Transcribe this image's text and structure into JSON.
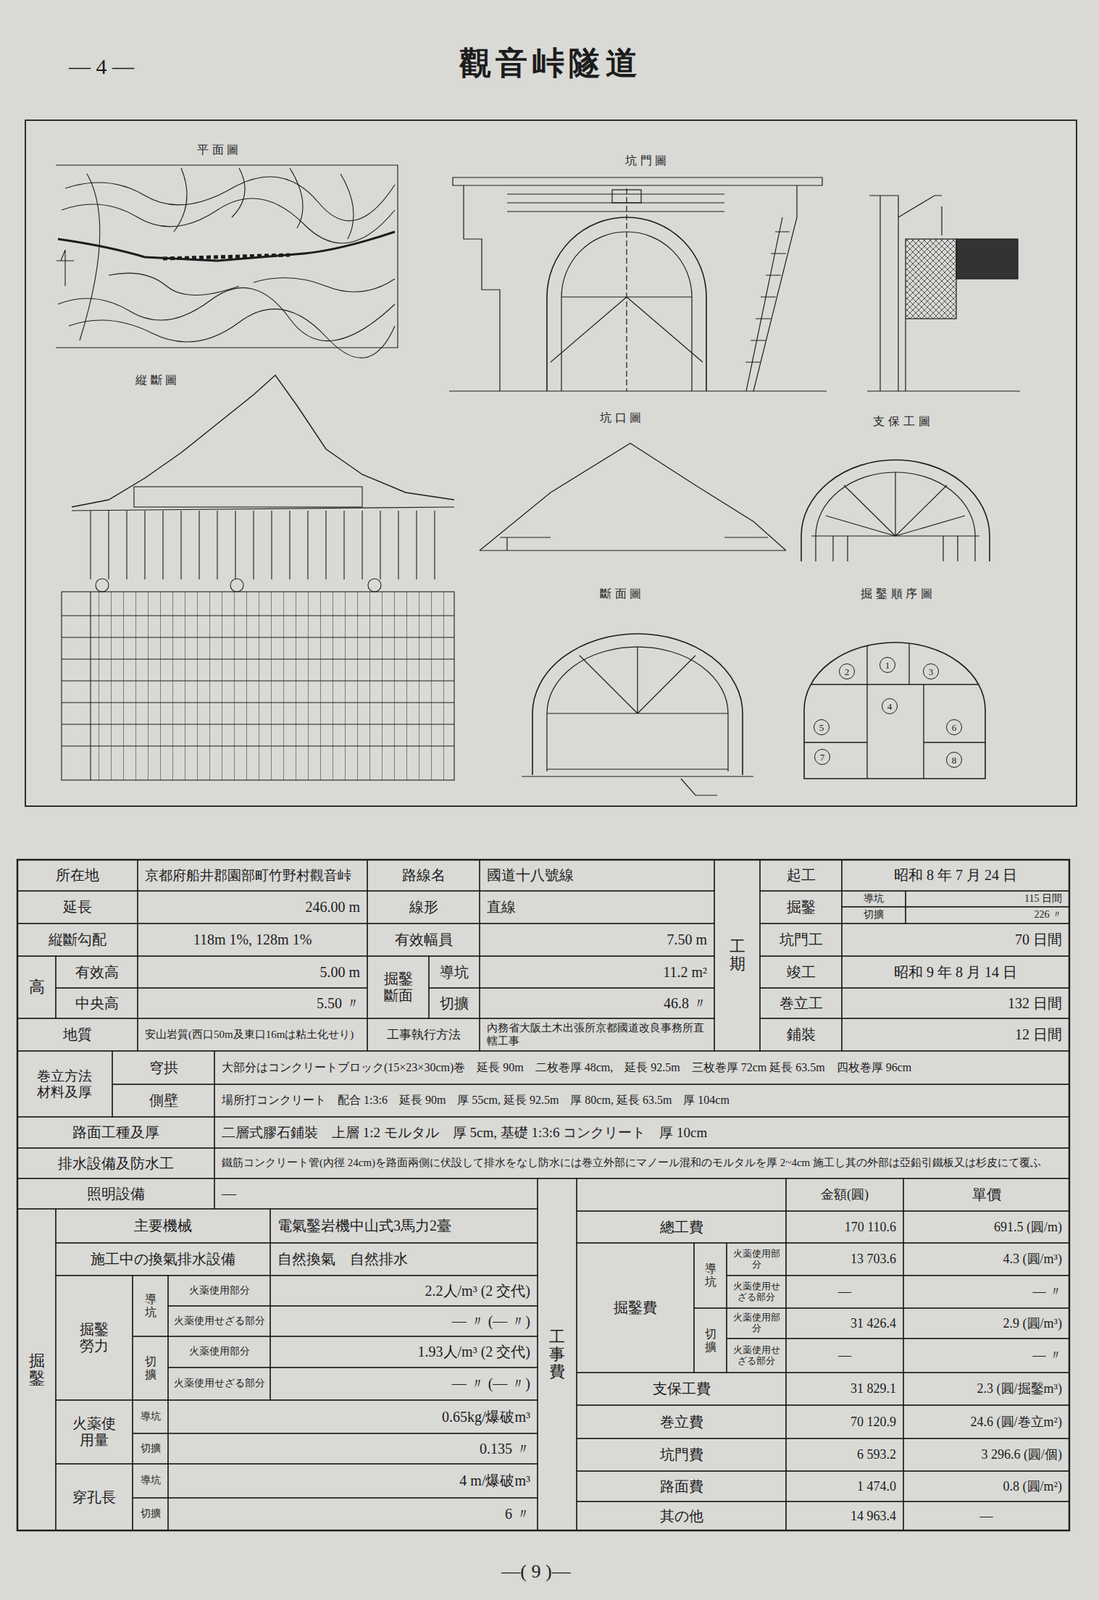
{
  "diagram": {
    "title": "觀音峠隧道",
    "nodes": [
      {
        "text": [
          "2"
        ]
      },
      {
        "text": [
          "1"
        ]
      },
      {
        "text": [
          "3"
        ]
      },
      {
        "text": [
          "4"
        ]
      },
      {
        "text": [
          "5"
        ]
      },
      {
        "text": [
          "6"
        ]
      },
      {
        "text": [
          "7"
        ]
      },
      {
        "text": [
          "8"
        ]
      }
    ],
    "labels": [
      "— 4 —",
      "—( 9 )—",
      "平面圖",
      "坑門圖",
      "縦斷圖",
      "坑口圖",
      "支保工圖",
      "斷面圖",
      "掘鑿順序圖",
      "所在地",
      "京都府船井郡園部町竹野村觀音峠",
      "路線名",
      "國道十八號線",
      "工期",
      "起工",
      "昭和 8 年 7 月 24 日",
      "延長",
      "246.00 m",
      "線形",
      "直線",
      "掘鑿",
      "導坑",
      "115 日間",
      "切擴",
      "226 〃",
      "縦斷勾配",
      "118m 1%, 128m 1%",
      "有效幅員",
      "7.50 m",
      "坑門工",
      "70 日間",
      "高",
      "有效高",
      "5.00 m",
      "掘鑿斷面",
      "導坑",
      "11.2 m²",
      "竣工",
      "昭和 9 年 8 月 14 日",
      "中央高",
      "5.50 〃",
      "切擴",
      "46.8 〃",
      "巻立工",
      "132 日間",
      "地質",
      "安山岩質(西口50m及東口16mは粘土化せり)",
      "工事執行方法",
      "內務省大阪土木出張所京都國道改良事務所直轄工事",
      "鋪裝",
      "12 日間",
      "巻立方法材料及厚",
      "穹拱",
      "大部分はコンクリートブロック(15×23×30cm)巻　延長 90m　二枚巻厚 48cm,　延長 92.5m　三枚巻厚 72cm 延長 63.5m　四枚巻厚 96cm",
      "側壁",
      "場所打コンクリート　配合 1:3:6　延長 90m　厚 55cm, 延長 92.5m　厚 80cm, 延長 63.5m　厚 104cm",
      "路面工種及厚",
      "二層式膠石鋪裝　上層 1:2 モルタル　厚 5cm, 基礎 1:3:6 コンクリート　厚 10cm",
      "排水設備及防水工",
      "鐵筋コンクリート管(內徑 24cm)を路面兩側に伏設して排水をなし防水には巻立外部にマノール混和のモルタルを厚 2~4cm 施工し其の外部は亞鉛引鐵板又は杉皮にて覆ふ",
      "照明設備",
      "—",
      "掘鑿",
      "主要機械",
      "電氣鑿岩機中山式3馬力2臺",
      "施工中の換氣排水設備",
      "自然換氣　自然排水",
      "掘鑿勞力",
      "導坑",
      "火薬使用部分",
      "2.2人/m³ (2 交代)",
      "火薬使用せざる部分",
      "— 〃 (— 〃)",
      "切擴",
      "火薬使用部分",
      "1.93人/m³ (2 交代)",
      "火薬使用せざる部分",
      "— 〃 (— 〃)",
      "火薬使用量",
      "導坑",
      "0.65kg/爆破m³",
      "切擴",
      "0.135 〃",
      "穿孔長",
      "導坑",
      "4 m/爆破m³",
      "切擴",
      "6 〃",
      "工事費",
      "金額(圓)",
      "單價",
      "總工費",
      "170 110.6",
      "691.5 (圓/m)",
      "掘鑿費",
      "導坑",
      "火薬使用部分",
      "13 703.6",
      "4.3 (圓/m³)",
      "火薬使用せざる部分",
      "—",
      "— 〃",
      "切擴",
      "火薬使用部分",
      "31 426.4",
      "2.9 (圓/m³)",
      "火薬使用せざる部分",
      "—",
      "— 〃",
      "支保工費",
      "31 829.1",
      "2.3 (圓/掘鑿m³)",
      "巻立費",
      "70 120.9",
      "24.6 (圓/巻立m²)",
      "坑門費",
      "6 593.2",
      "3 296.6 (圓/個)",
      "路面費",
      "1 474.0",
      "0.8 (圓/m²)",
      "其の他",
      "14 963.4",
      "—"
    ]
  }
}
